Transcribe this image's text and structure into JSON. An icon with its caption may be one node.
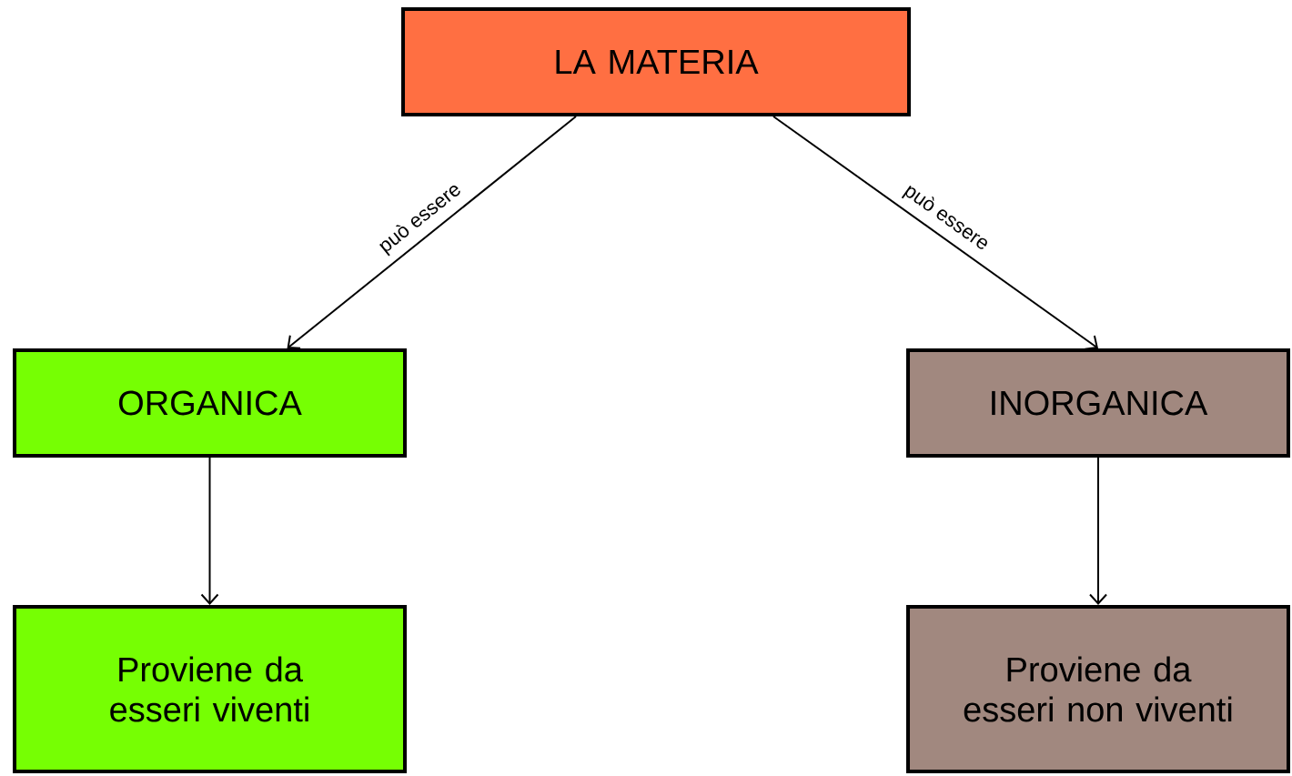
{
  "diagram": {
    "nodes": [
      {
        "text": [
          "LA MATERIA"
        ]
      },
      {
        "text": [
          "ORGANICA"
        ]
      },
      {
        "text": [
          "INORGANICA"
        ]
      },
      {
        "text": [
          "Proviene da esseri viventi"
        ]
      },
      {
        "text": [
          "Proviene da esseri non viventi"
        ]
      }
    ],
    "edges": [
      {
        "from": 0,
        "to": 1,
        "arrow": "to",
        "label": "può essere"
      },
      {
        "from": 0,
        "to": 2,
        "arrow": "to",
        "label": "può essere"
      },
      {
        "from": 1,
        "to": 3,
        "arrow": "to"
      },
      {
        "from": 2,
        "to": 4,
        "arrow": "to"
      }
    ]
  }
}
